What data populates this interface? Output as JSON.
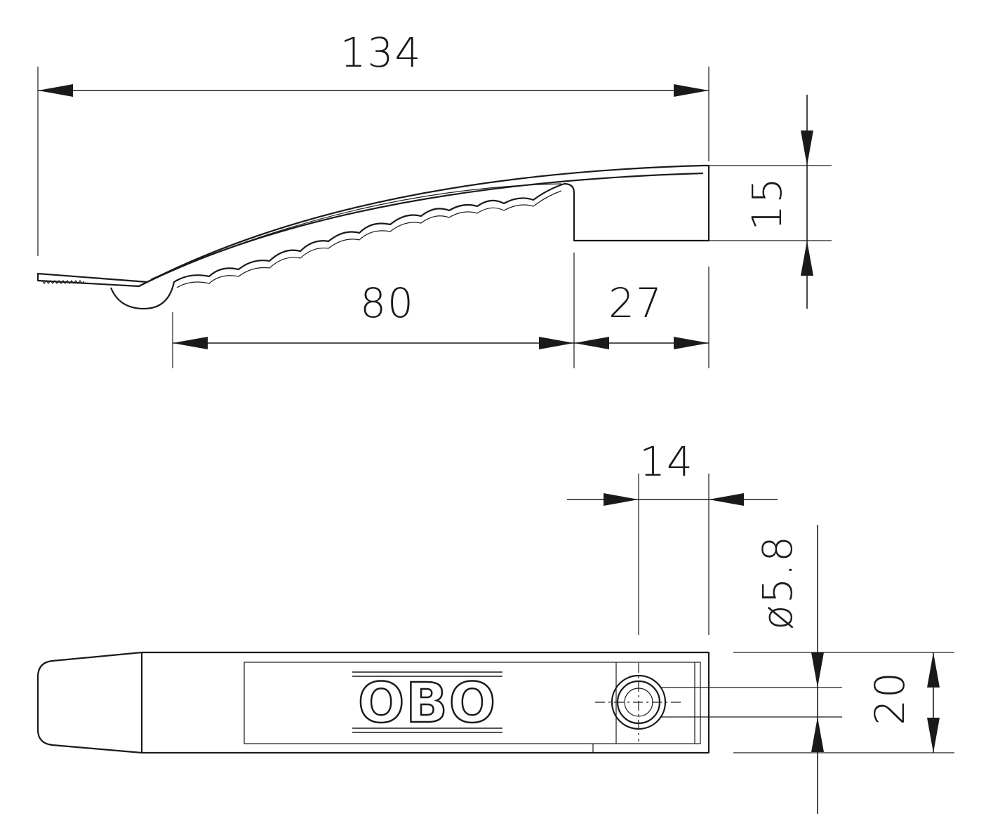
{
  "drawing": {
    "dimensions": {
      "overall_length": "134",
      "grip_length": "80",
      "head_length": "27",
      "head_height": "15",
      "hole_offset": "14",
      "hole_diameter": "ø5.8",
      "width": "20"
    },
    "logo": "OBO"
  }
}
